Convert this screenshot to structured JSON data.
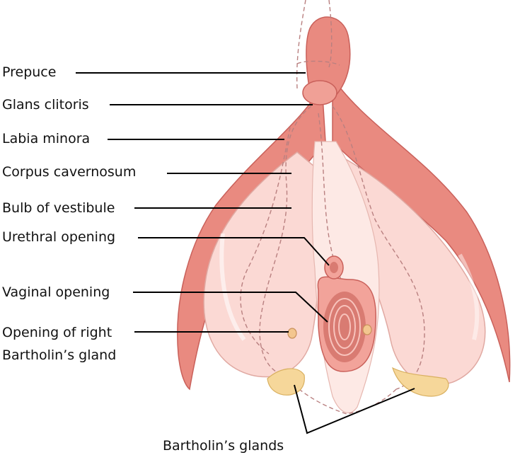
{
  "labels": {
    "prepuce": "Prepuce",
    "glans_clitoris": "Glans clitoris",
    "labia_minora": "Labia minora",
    "corpus_cavernosum": "Corpus cavernosum",
    "bulb_of_vestibule": "Bulb of vestibule",
    "urethral_opening": "Urethral opening",
    "vaginal_opening": "Vaginal opening",
    "opening_right_bartholin_line1": "Opening of right",
    "opening_right_bartholin_line2": "Bartholin’s gland",
    "bartholins_glands": "Bartholin’s glands"
  },
  "colors": {
    "crus": "#e98a80",
    "crus_edge": "#c9605a",
    "bulb": "#fbd9d4",
    "bulb_light": "#fde9e5",
    "vaginal_tissue": "#f2a39a",
    "gland": "#f6d79a",
    "dashed": "#b98080"
  }
}
